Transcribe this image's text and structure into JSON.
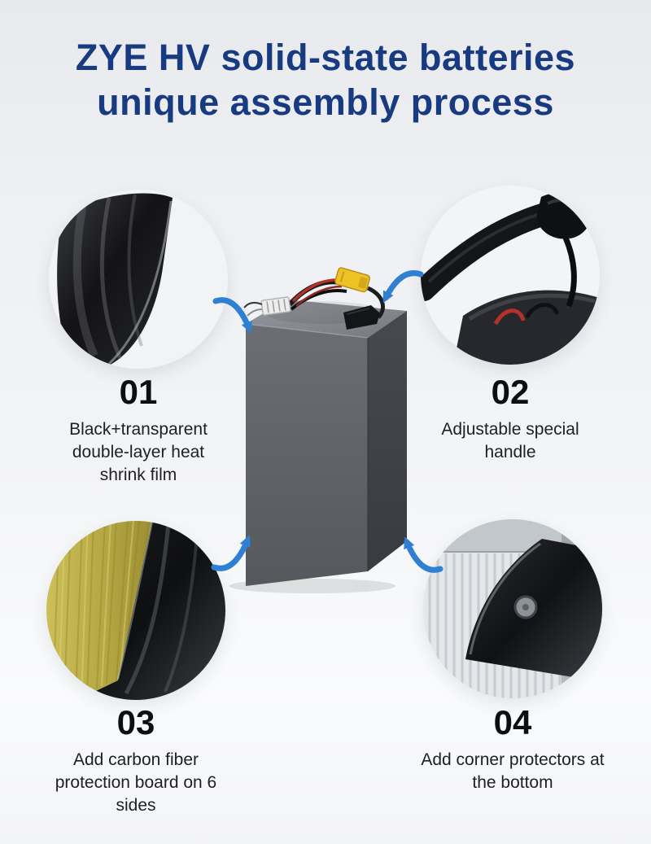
{
  "page": {
    "title": {
      "line1": "ZYE HV solid-state batteries",
      "line2": "unique assembly process"
    },
    "colors": {
      "title_text": "#183a80",
      "step_number_text": "#0d0e10",
      "caption_text": "#1e1f22",
      "arrow_blue": "#2f7fd2",
      "background_top": "#e7e9ec",
      "background_bottom": "#fafbfc",
      "battery_body_gray": "#5e6167",
      "connector_yellow": "#eec224",
      "carbon_board_yellow": "#b3a542"
    },
    "icons": {
      "arrow": "curved-blue-arrow-icon",
      "center_photo": "battery-pack-with-wires-photo"
    }
  },
  "steps": [
    {
      "number": "01",
      "caption": "Black+transparent double-layer heat shrink film",
      "photo": "black-transparent-heat-shrink-film-photo"
    },
    {
      "number": "02",
      "caption": "Adjustable special handle",
      "photo": "adjustable-special-handle-photo"
    },
    {
      "number": "03",
      "caption": "Add carbon fiber protection board on 6 sides",
      "photo": "carbon-fiber-protection-board-photo"
    },
    {
      "number": "04",
      "caption": "Add corner protectors at the bottom",
      "photo": "bottom-corner-protector-photo"
    }
  ]
}
